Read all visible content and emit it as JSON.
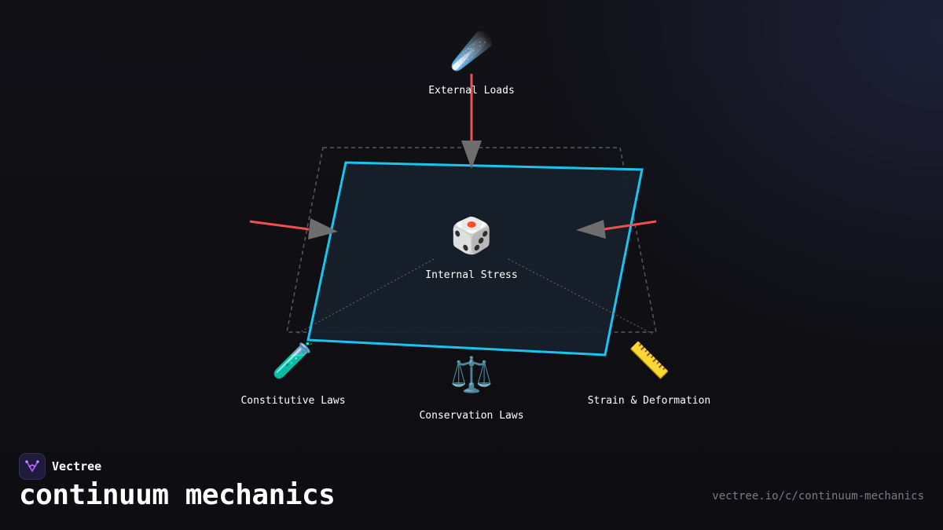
{
  "diagram": {
    "nodes": {
      "external_loads": {
        "label": "External Loads",
        "icon": "comet-icon",
        "glyph": "☄️"
      },
      "internal_stress": {
        "label": "Internal Stress",
        "icon": "dice-icon",
        "glyph": "🎲"
      },
      "constitutive_laws": {
        "label": "Constitutive Laws",
        "icon": "test-tube-icon",
        "glyph": "🧪"
      },
      "conservation_laws": {
        "label": "Conservation Laws",
        "icon": "balance-scale-icon",
        "glyph": "⚖️"
      },
      "strain_deformation": {
        "label": "Strain & Deformation",
        "icon": "ruler-icon",
        "glyph": "📏"
      }
    },
    "colors": {
      "force_arrow": "#ef4f4f",
      "arrow_head": "#6e6e6e",
      "deformed_outline": "#18c4f0",
      "deformed_fill": "#16202b",
      "undeformed_outline": "#5a5a5a"
    }
  },
  "brand": {
    "name": "Vectree",
    "logo_icon": "vectree-logo-icon",
    "accent": "#a855f7"
  },
  "page": {
    "title": "continuum mechanics",
    "url": "vectree.io/c/continuum-mechanics"
  }
}
